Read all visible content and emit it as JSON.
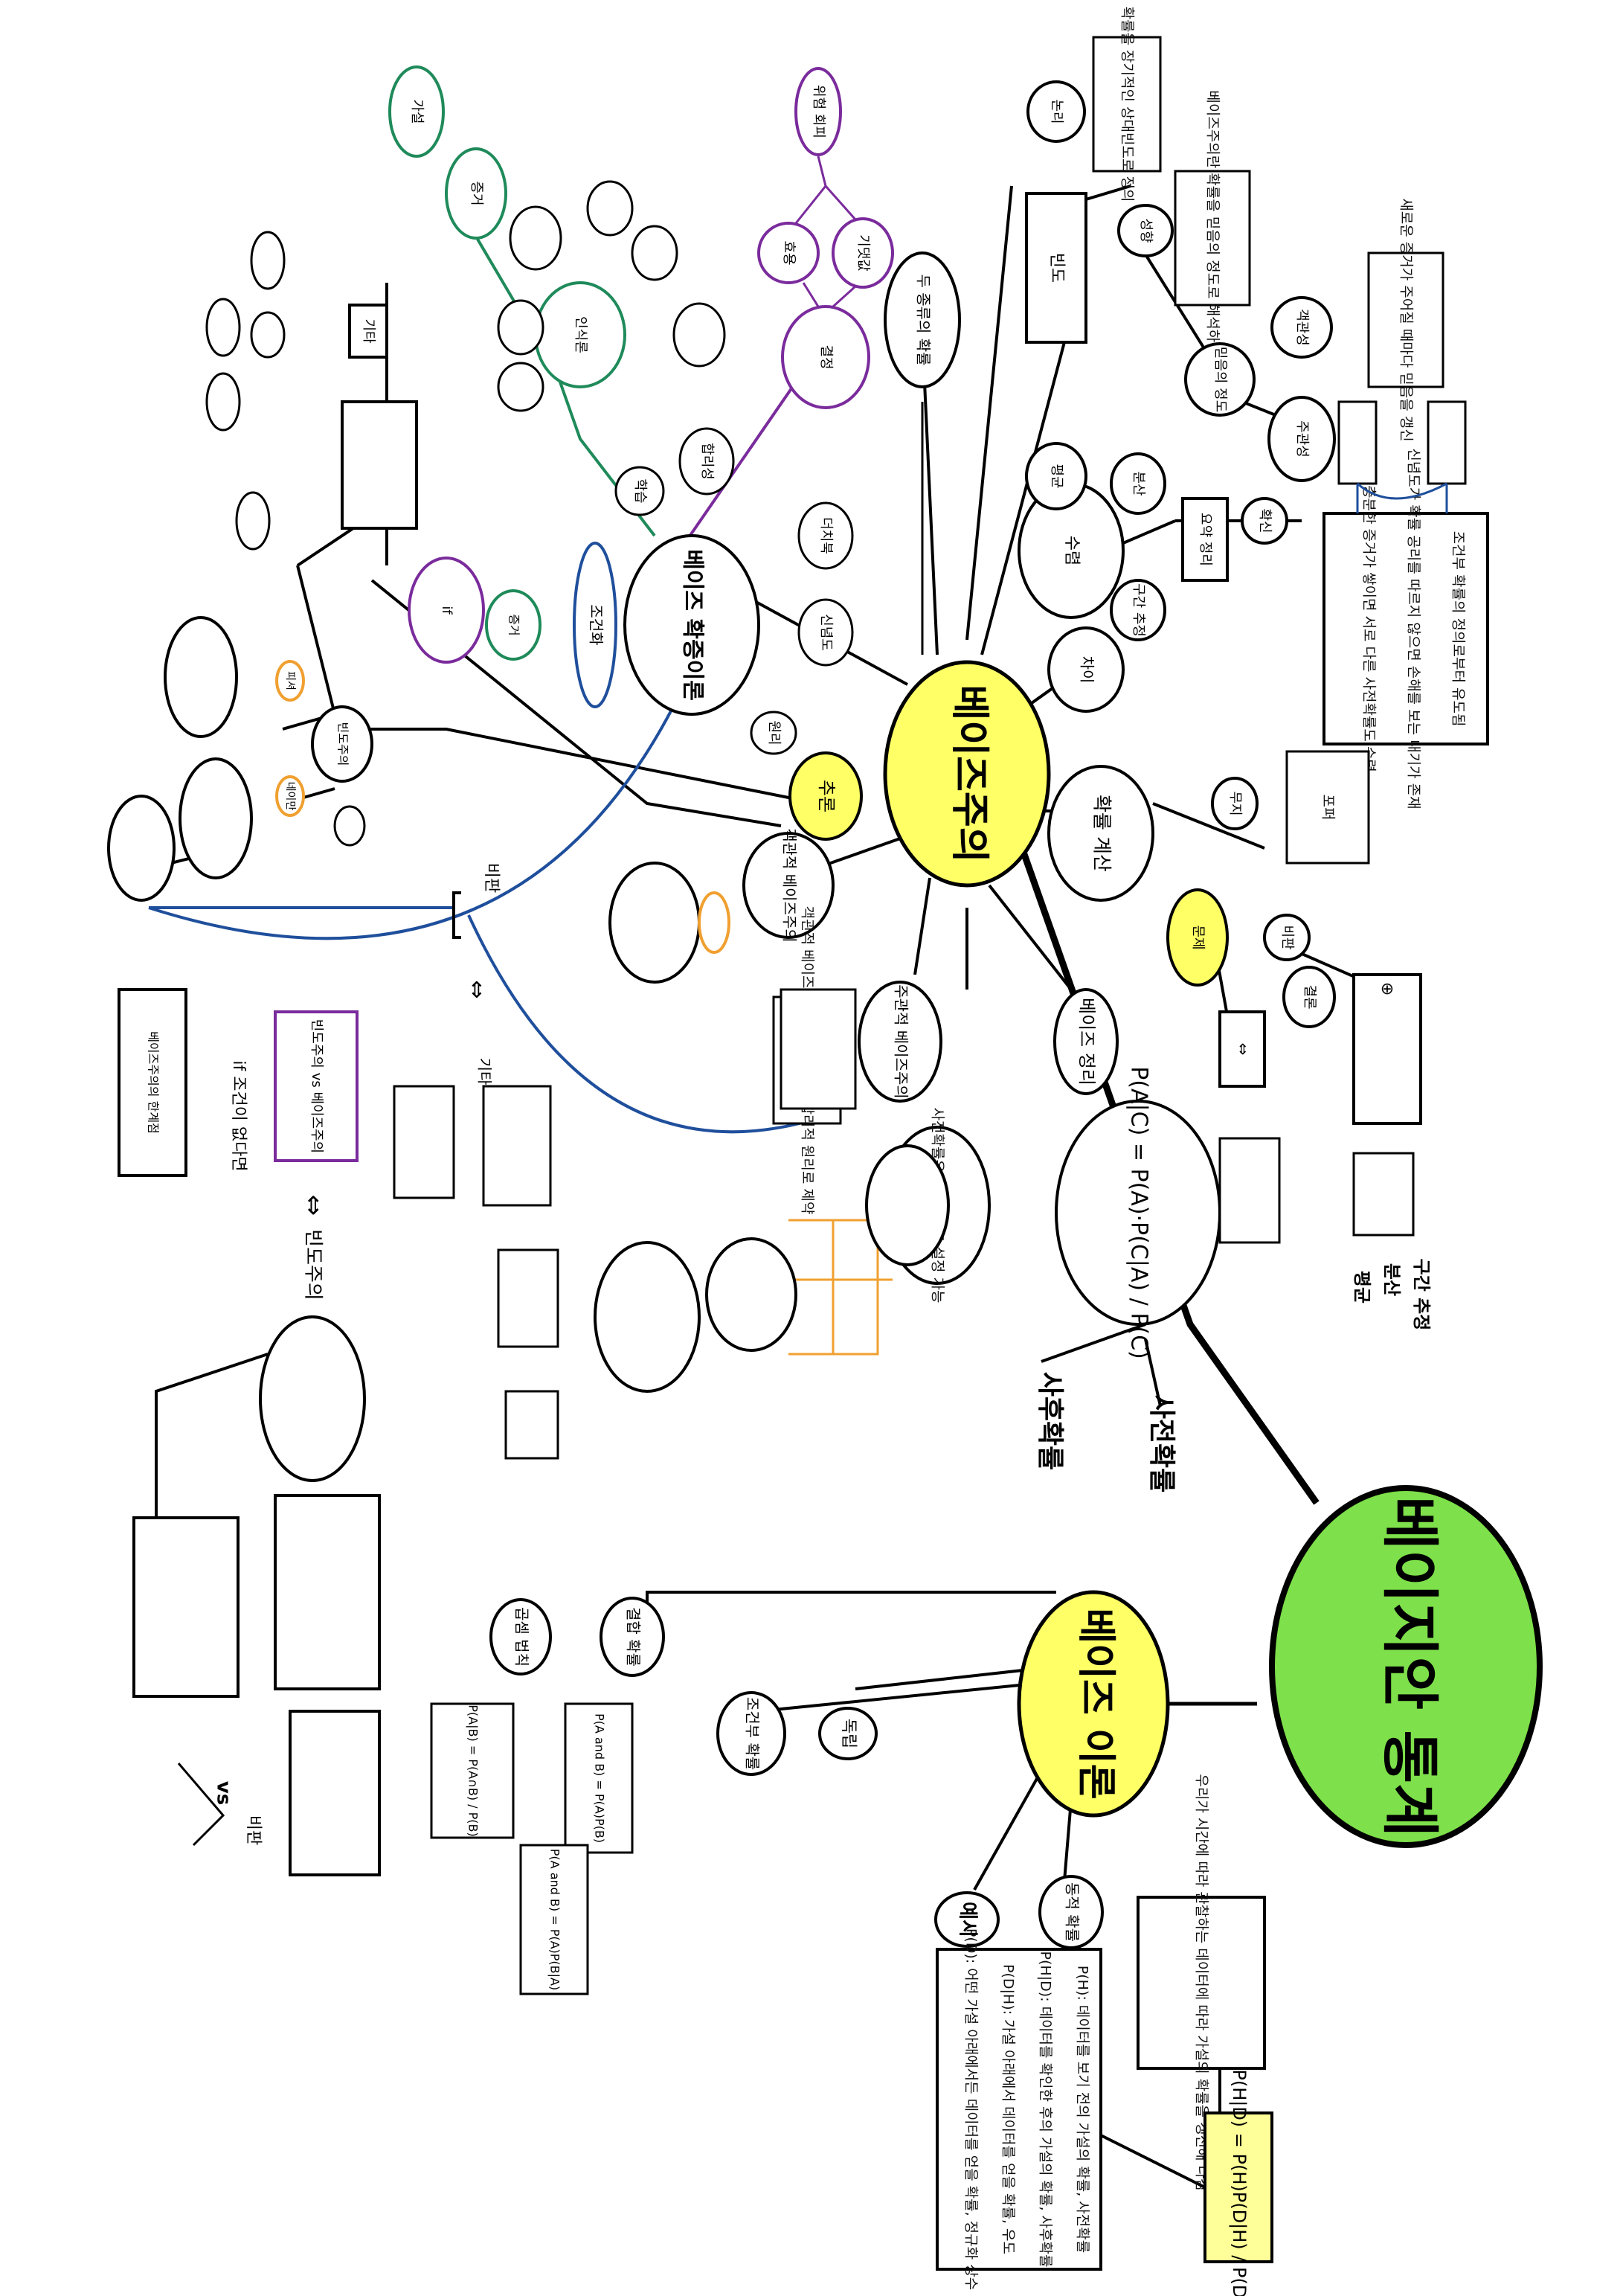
{
  "colors": {
    "ink": "#000000",
    "center_fill": "#7ee04a",
    "yellow_fill": "#ffff66",
    "purple": "#7a2b9c",
    "green": "#1f8a5a",
    "blue": "#1f4f9c",
    "orange": "#f0a030",
    "red": "#d81b1b"
  },
  "center": {
    "title": "베이지안 통계"
  },
  "bayesianism": {
    "title": "베이즈주의",
    "prob_computation": "확률 계산",
    "subjective": "주관적 베이즈주의",
    "objective": "객관적 베이즈주의",
    "theorem": "베이즈 정리",
    "formula": "P(A|C) = P(A)·P(C|A) / P(C)",
    "posterior": "사후확률",
    "prior": "사전확률",
    "confirmation": "베이즈 확증이론",
    "credence": "신념도",
    "dutch_book": "더치북",
    "rationality": "합리성",
    "convergence": "수렴",
    "learning": "학습",
    "conditionalization": "조건화",
    "epistemic": "인식론",
    "decision": "결정",
    "inference": "추론",
    "principle": "원리",
    "popper": "포퍼",
    "ignorance": "무지",
    "critique": "비판",
    "tension": "⇔",
    "mean": "평균",
    "variance": "분산",
    "interval": "구간 추정",
    "difference": "차이",
    "summary": "요약 정리",
    "confidence": "확신",
    "risk": "위험 회피",
    "utility": "효용",
    "expectation": "기댓값",
    "two_kinds": "두 종류의 확률",
    "frequency": "빈도",
    "propensity": "성향",
    "logical": "논리",
    "degree": "믿음의 정도",
    "evidence": "증거",
    "hypothesis": "가설",
    "objective_q": "객관성",
    "subjective_q": "주관성",
    "problem": "문제",
    "conclusion": "결론"
  },
  "theory": {
    "title": "베이즈 이론",
    "independence": "독립",
    "conditional_prob": "조건부 확률",
    "joint": "결합 확률",
    "product": "곱셈 법칙",
    "formula_cond": "P(A|B) = P(A∩B) / P(B)",
    "formula_and": "P(A and B) = P(A)P(B)",
    "formula_joint": "P(A and B) = P(A)P(B|A)",
    "example": "예시",
    "dynamic": "동적 확률",
    "formula_main": "P(H|D) = P(H)P(D|H) / P(D)",
    "def_h": "P(H): 데이터를 보기 전의 가설의 확률, 사전확률",
    "def_hd": "P(H|D): 데이터를 확인한 후의 가설의 확률, 사후확률",
    "def_dh": "P(D|H): 가설 아래에서 데이터를 얻을 확률, 우도",
    "def_d": "P(D): 어떤 가설 아래에서든 데이터를 얻을 확률, 정규화 상수"
  },
  "left": {
    "frequentism": "빈도주의",
    "critique": "비판",
    "misc": "기타",
    "fisher": "피셔",
    "neyman": "네이만",
    "if_cond": "if 조건이 없다면",
    "vs": "vs",
    "criticism_note": "베이즈주의의 한계점",
    "summary_box": "빈도주의 vs 베이즈주의"
  },
  "notes": {
    "bayes_def": "베이즈주의란 확률을 믿음의 정도로 해석하는 관점",
    "update": "새로운 증거가 주어질 때마다 믿음을 갱신",
    "prior_note": "사전확률은 주관적으로 설정 가능",
    "objective_note": "객관적 베이즈주의는 사전확률을 합리적 원리로 제약",
    "theorem_note": "조건부 확률의 정의로부터 유도됨",
    "dutch_note": "신념도가 확률 공리를 따르지 않으면 손해를 보는 내기가 존재",
    "convergence_note": "충분한 증거가 쌓이면 서로 다른 사전확률도 수렴",
    "freq_note": "확률을 장기적인 상대빈도로 정의",
    "dynamic_note": "우리가 시간에 따라 관찰하는 데이터에 따라 가설의 확률을 갱신해 나감"
  }
}
